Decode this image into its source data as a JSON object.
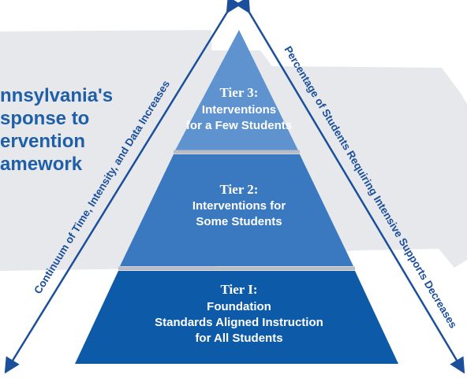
{
  "title": {
    "lines": [
      "nnsylvania's",
      "sponse to",
      "ervention",
      "amework"
    ]
  },
  "left_axis": {
    "label": "Continuum of Time, Intensity, and Data Increases"
  },
  "right_axis": {
    "label": "Percentage of Students Requiring Intensive Supports Decreases"
  },
  "tiers": [
    {
      "heading": "Tier 3:",
      "lines": [
        "Interventions",
        "for a Few Students"
      ],
      "color": "#5f93cf"
    },
    {
      "heading": "Tier 2:",
      "lines": [
        "Interventions for",
        "Some Students"
      ],
      "color": "#3a78c0"
    },
    {
      "heading": "Tier I:",
      "lines": [
        "Foundation",
        "Standards Aligned Instruction",
        "for All Students"
      ],
      "color": "#0c5aa8"
    }
  ],
  "colors": {
    "map_silhouette": "#e6e8ec",
    "divider": "#b9bec6",
    "arrow": "#1b4f9c",
    "title": "#1f5fa8"
  }
}
